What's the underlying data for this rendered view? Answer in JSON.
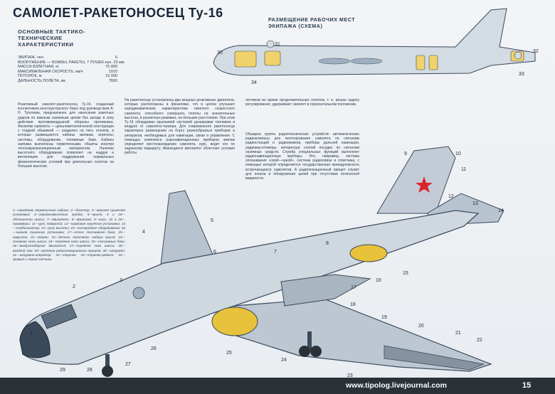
{
  "title": "САМОЛЕТ-РАКЕТОНОСЕЦ Ту-16",
  "specs_heading": "ОСНОВНЫЕ ТАКТИКО-ТЕХНИЧЕСКИЕ ХАРАКТЕРИСТИКИ",
  "specs": [
    {
      "label": "ЭКИПАЖ, чел.",
      "value": "6"
    },
    {
      "label": "ВООРУЖЕНИЕ — БОМБЫ, РАКЕТЫ, 7 ПУШЕК кал. 23 мм",
      "value": ""
    },
    {
      "label": "МАССА ВЗЛЕТНАЯ, кг",
      "value": "75 800"
    },
    {
      "label": "МАКСИМАЛЬНАЯ СКОРОСТЬ, км/ч",
      "value": "1010"
    },
    {
      "label": "ПОТОЛОК, м",
      "value": "15 000"
    },
    {
      "label": "ДАЛЬНОСТЬ ПОЛЕТА, км",
      "value": "7800"
    }
  ],
  "crew_heading": "РАЗМЕЩЕНИЕ РАБОЧИХ МЕСТ ЭКИПАЖА (СХЕМА)",
  "paragraphs": {
    "p1": "Реактивный самолет-ракетоносец Ту-16, созданный коллективом конструкторского бюро под руководством А. Н. Туполева, предназначен для нанесения ракетных ударов по важным наземным целям без захода в зону действия противовоздушной обороны противника. Фюзеляж самолета — цельнометаллической конструкции с гладкой обшивкой — разделен на пять отсеков, в которых размещаются кабины экипажа, агрегаты, системы, оборудование, топливные баки. Кабины экипажа выполнены герметичными, обшиты изнутри теплозвукоизоляционным материалом. Наличие высотного оборудования позволяет на наддув и вентиляцию для поддержания нормальных физиологических условий при длительных полетах на больших высотах.",
    "p2": "На ракетоносце установлены два мощных реактивных двигателя, которые расположены в фюзеляже, что в целом улучшает аэродинамические характеристики тяжелого скоростного самолета, способного совершать полеты на значительных высотах, в различных режимах, на большие расстояния. При этом Ту-16 оборудован крыльевой системой дозаправки топливом в воздухе от самолета-танкера. Для современного ракетоносца характерно размещение на борту разнообразных приборов и аппаратов, необходимых для навигации, связи и управления. С помощью комплекса аэронавигационных приборов экипаж определяет местонахождение самолета, курс, ведет его по заданному маршруту. Имеющиеся автопилот облегчает условия работы",
    "p3": "летчиков во время продолжительных полетов, т. е. решая задачу регулирования, удерживает самолет в горизонтальном положении.",
    "p4": "Обширна группа радиотехнических устройств: автоматические радиокомпасы для пилотирования самолета по сигналам радиостанций и радиомаяков, приборы дальней навигации, радиовысотомеры, аппаратура слепой посадки по сигналам наземных средств. Служба специальных функций выполняет радионавигационные приборы. Это, например, система опознавания «свой—чужой», система радиосвязи и ответчика, с помощью которой определяется государственная принадлежность встречающихся самолетов. А радиолокационный прицел служит для поиска и обнаружения целей при отсутствии оптической видимости."
  },
  "legend": "1—переднюю герметичная кабина; 2—блистер; 3—верхняя пушечная установка; 4—аэродинамические гребни; 5—крыло; 6 и 18—обтекатели шасси; 7—двигатель; 8—фюзеляж; 9—киль; 10 и 20—триммеры; 11—руль поворота; 12—кормовая пушечная установка; 13—стабилизатор; 14—руль высоты; 15—кислородное оборудование; 16—нижняя пушечная установка; 17—отсек топливного бака; 19—закрылок; 21—элерон; 22—детали тросового набора крыла; 23—основная нога шасси; 24—передняя нога шасси; 25—топливные баки; 26—воздухозаборник двигателя; 27—передняя нога шасси; 28—входной люк; 29—антенна радиолокационного прицела; 30—штурман; 31—штурман-оператор; 32—стрелок; 33—стрелок-радист; 34—правый и левый летчики.",
  "callouts": [
    "1",
    "2",
    "3",
    "4",
    "5",
    "6",
    "7",
    "8",
    "9",
    "10",
    "11",
    "12",
    "13",
    "14",
    "15",
    "16",
    "17",
    "18",
    "19",
    "20",
    "21",
    "22",
    "23",
    "24",
    "25",
    "26",
    "27",
    "28",
    "29",
    "30",
    "31",
    "32",
    "33",
    "34"
  ],
  "footer_url": "www.tipolog.livejournal.com",
  "page_number": "15",
  "colors": {
    "fuselage": "#c9d2dc",
    "wing": "#b7c3cf",
    "accent_yellow": "#e8c23a",
    "star_red": "#d8262b",
    "footer": "#2a3137",
    "outline": "#3a4a5c"
  }
}
